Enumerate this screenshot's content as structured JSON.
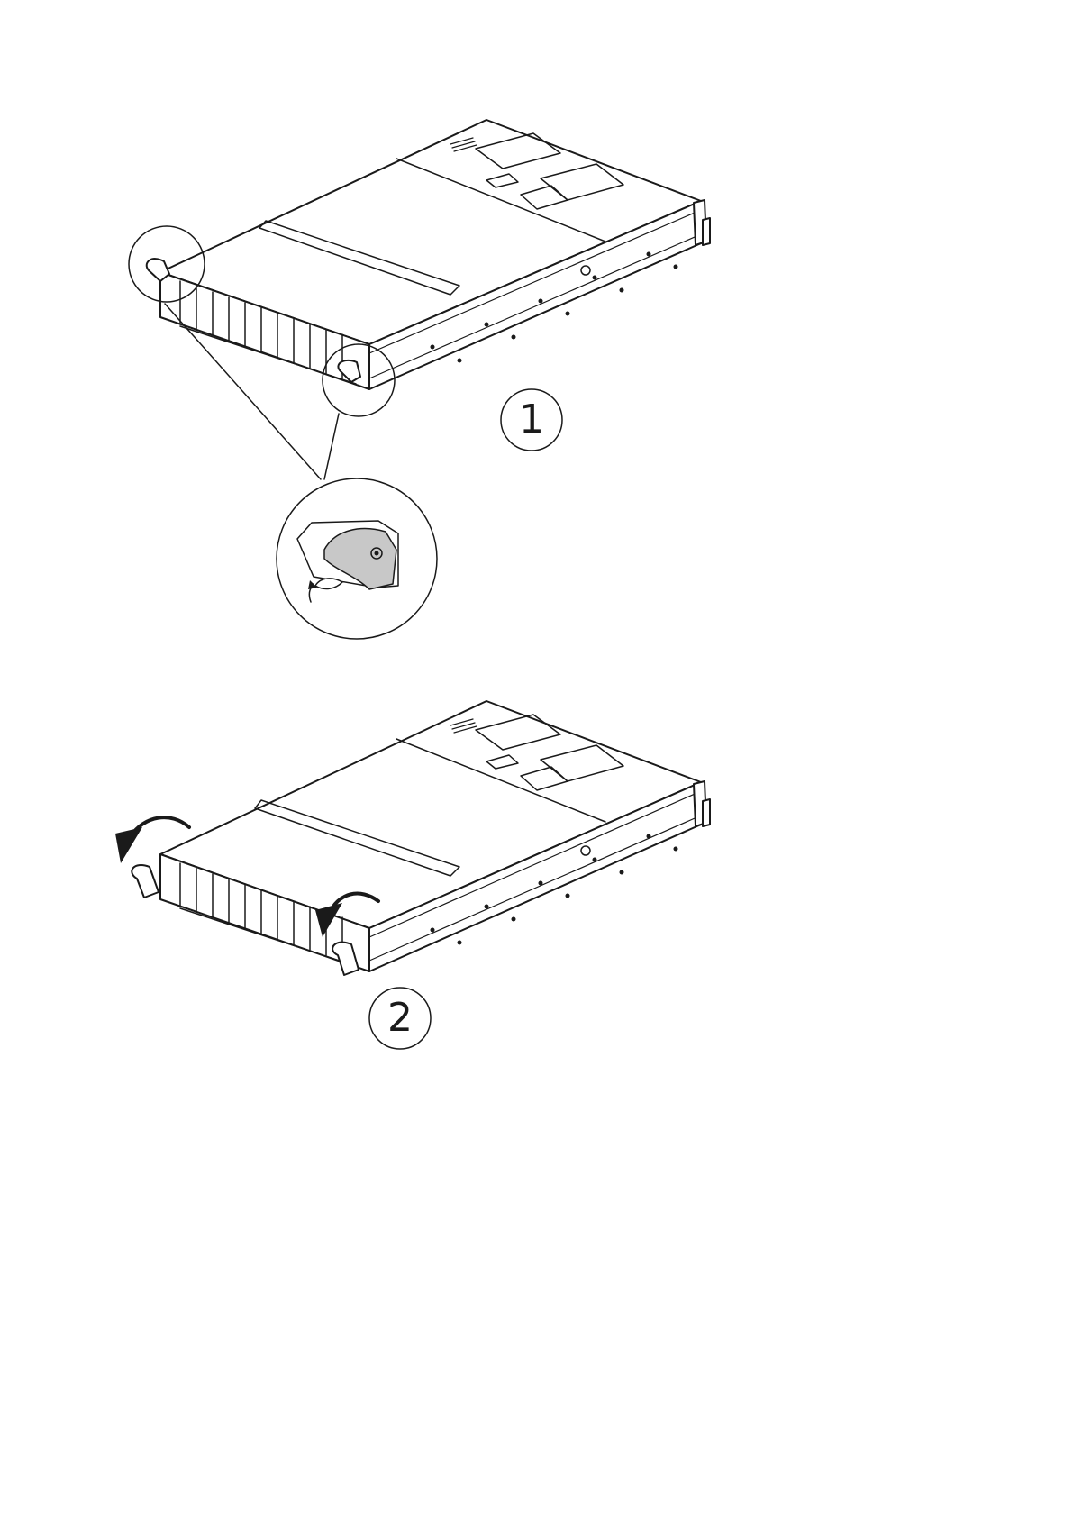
{
  "steps": [
    {
      "number": "1"
    },
    {
      "number": "2"
    }
  ],
  "colors": {
    "line": "#1a1a1a",
    "background": "#ffffff",
    "latch_fill": "#c8c8c8",
    "arrow_fill": "#1a1a1a"
  },
  "icons": {
    "step1_illustration": "server-chassis-latch-detail",
    "step2_illustration": "server-chassis-open-latches"
  }
}
